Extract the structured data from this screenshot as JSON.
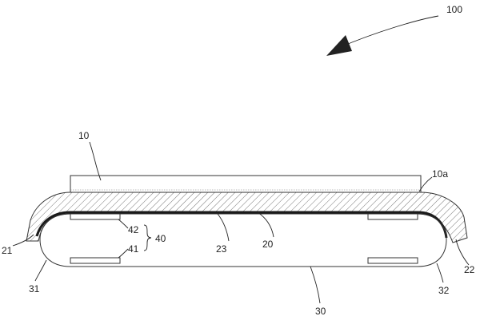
{
  "labels": {
    "assembly": "100",
    "layer_top": "10",
    "surface": "10a",
    "edge_left": "21",
    "edge_right": "22",
    "film": "20",
    "film_mid": "23",
    "part_upper": "42",
    "part_lower": "41",
    "group": "40",
    "corner_left": "31",
    "corner_right": "32",
    "base": "30"
  },
  "colors": {
    "line": "#333333",
    "hatch": "#555555",
    "film": "#1a1a1a",
    "top_layer_fill": "#ffffff"
  }
}
